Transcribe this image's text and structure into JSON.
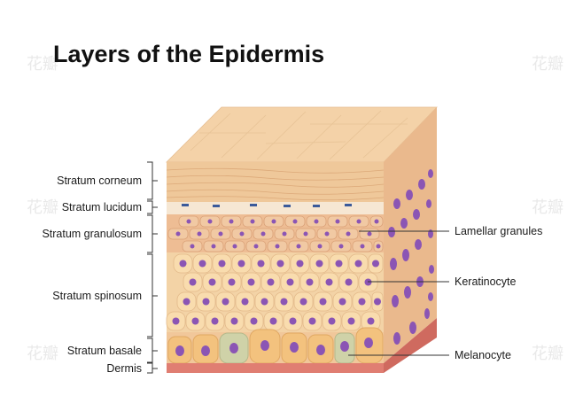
{
  "title": "Layers of the Epidermis",
  "left_labels": [
    "Stratum corneum",
    "Stratum lucidum",
    "Stratum granulosum",
    "Stratum spinosum",
    "Stratum basale",
    "Dermis"
  ],
  "right_labels": [
    "Lamellar granules",
    "Keratinocyte",
    "Melanocyte"
  ],
  "watermark": "花瓣",
  "colors": {
    "top_face": "#f4d2a8",
    "corneum": "#efc89a",
    "lucidum": "#f6e7d3",
    "granulosum": "#eebd94",
    "spinosum_cell": "#f9dcae",
    "basale_cell": "#f3c27e",
    "melanocyte": "#cfd2a8",
    "nucleus": "#8b55b4",
    "dermis": "#e07e72",
    "bracket": "#333333"
  }
}
